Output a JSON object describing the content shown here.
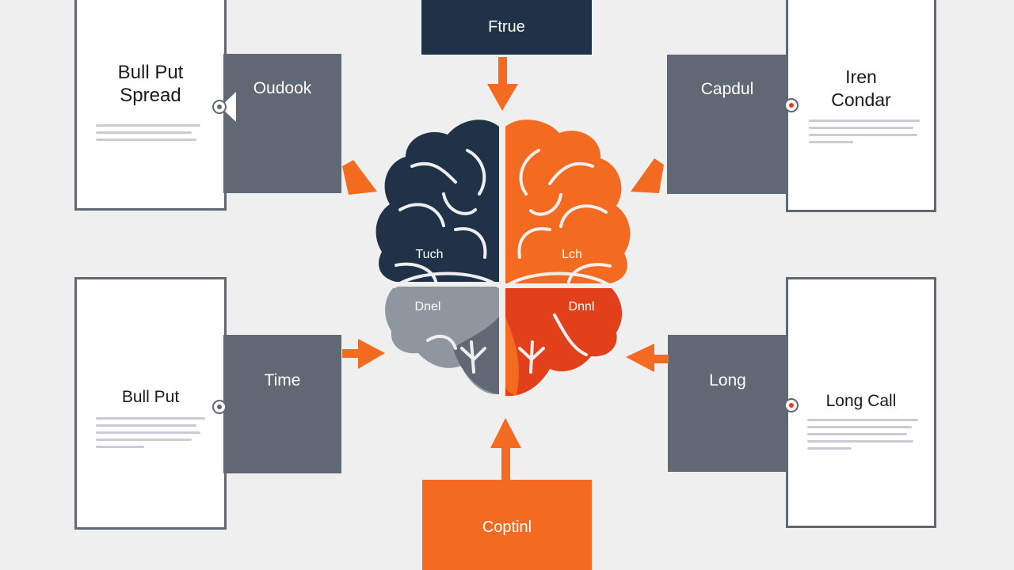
{
  "colors": {
    "navy": "#1f3247",
    "orange": "#f26b21",
    "slate": "#5f6873",
    "red_orange": "#e1401a",
    "light_slate": "#8e969f"
  },
  "top_block": {
    "label": "Ftrue"
  },
  "bottom_block": {
    "label": "Coptinl"
  },
  "cards": {
    "top_left": {
      "title_line1": "Bull Put",
      "title_line2": "Spread"
    },
    "top_right": {
      "title_line1": "Iren",
      "title_line2": "Condar"
    },
    "bottom_left": {
      "title": "Bull Put"
    },
    "bottom_right": {
      "title": "Long Call"
    }
  },
  "tabs": {
    "top_left": "Oudook",
    "top_right": "Capdul",
    "bottom_left": "Time",
    "bottom_right": "Long"
  },
  "brain": {
    "left_upper": "Tuch",
    "right_upper": "Lch",
    "left_lower": "Dnel",
    "right_lower": "Dnnl"
  }
}
